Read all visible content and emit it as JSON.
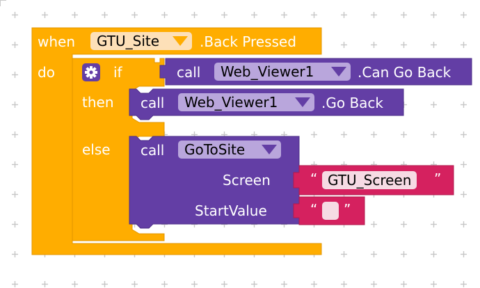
{
  "event": {
    "when_label": "when",
    "component": "GTU_Site",
    "event_name": ".Back Pressed",
    "do_label": "do"
  },
  "if_block": {
    "if_label": "if",
    "then_label": "then",
    "else_label": "else"
  },
  "condition": {
    "call_label": "call",
    "component": "Web_Viewer1",
    "method": ".Can Go Back"
  },
  "then_call": {
    "call_label": "call",
    "component": "Web_Viewer1",
    "method": ".Go Back"
  },
  "else_call": {
    "call_label": "call",
    "procedure": "GoToSite",
    "params": [
      {
        "label": "Screen",
        "value": "GTU_Screen"
      },
      {
        "label": "StartValue",
        "value": ""
      }
    ]
  },
  "quote_open": "“",
  "quote_close": "”",
  "colors": {
    "event_block": "#ffad00",
    "control_block": "#ffad00",
    "procedure_block": "#633ea5",
    "text_block": "#d5215f"
  }
}
